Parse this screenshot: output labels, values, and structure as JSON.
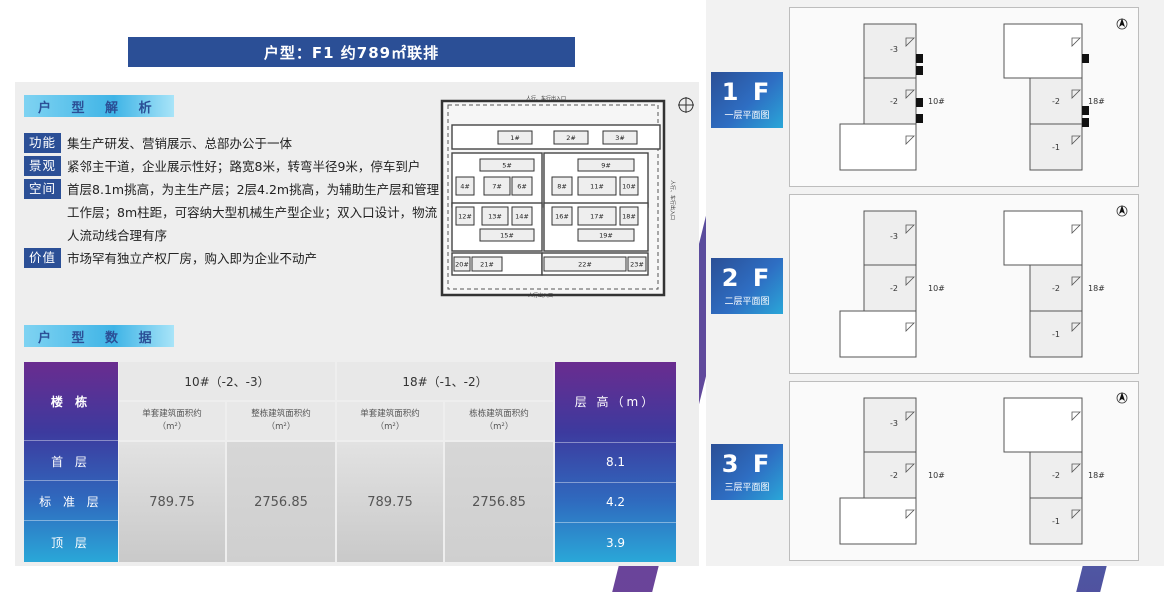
{
  "title": "户型：F1 约789㎡联排",
  "analysis": {
    "heading": "户 型 解 析",
    "rows": [
      {
        "label": "功能",
        "text": "集生产研发、营销展示、总部办公于一体"
      },
      {
        "label": "景观",
        "text": "紧邻主干道，企业展示性好；路宽8米，转弯半径9米，停车到户"
      },
      {
        "label": "空间",
        "text": "首层8.1m挑高，为主生产层；2层4.2m挑高，为辅助生产层和管理工作层；8m柱距，可容纳大型机械生产型企业；双入口设计，物流人流动线合理有序"
      },
      {
        "label": "价值",
        "text": "市场罕有独立产权厂房，购入即为企业不动产"
      }
    ]
  },
  "site_plan": {
    "gate_top": "人行、车行出入口",
    "gate_right": "人行、车行出入口",
    "gate_bottom": "人行出入口",
    "buildings": [
      "1#",
      "2#",
      "3#",
      "4#",
      "5#",
      "6#",
      "7#",
      "8#",
      "9#",
      "10#",
      "11#",
      "12#",
      "13#",
      "14#",
      "15#",
      "16#",
      "17#",
      "18#",
      "19#",
      "20#",
      "21#",
      "22#",
      "23#"
    ]
  },
  "data_section": {
    "heading": "户 型 数 据",
    "col_building": "楼 栋",
    "group_10": "10#（-2、-3）",
    "group_18": "18#（-1、-2）",
    "col_height": "层 高（m）",
    "sub_unit": "单套建筑面积约（m²）",
    "sub_total": "整栋建筑面积约（m²）",
    "sub_unit2": "单套建筑面积约（m²）",
    "sub_total2": "栋栋建筑面积约（m²）",
    "rows": [
      {
        "floor": "首 层",
        "height": "8.1"
      },
      {
        "floor": "标 准 层",
        "height": "4.2"
      },
      {
        "floor": "顶 层",
        "height": "3.9"
      }
    ],
    "unit_10": "789.75",
    "total_10": "2756.85",
    "unit_18": "789.75",
    "total_18": "2756.85"
  },
  "floors": [
    {
      "badge": "1 F",
      "caption": "一层平面图",
      "left_label": "10#",
      "right_label": "18#"
    },
    {
      "badge": "2 F",
      "caption": "二层平面图",
      "left_label": "10#",
      "right_label": "18#"
    },
    {
      "badge": "3 F",
      "caption": "三层平面图",
      "left_label": "10#",
      "right_label": "18#"
    }
  ],
  "plan_units": {
    "left": [
      "-3",
      "-2"
    ],
    "right": [
      "-2",
      "-1"
    ]
  },
  "colors": {
    "brand_blue": "#2b4f96",
    "accent_cyan": "#2aa7d8",
    "accent_purple": "#6a2c8f"
  }
}
